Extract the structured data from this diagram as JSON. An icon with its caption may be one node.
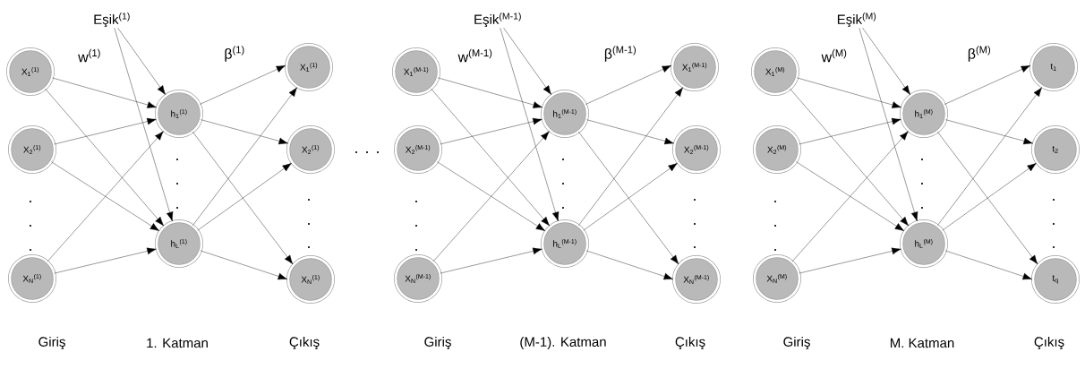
{
  "diagram": {
    "nodes": [
      {
        "text": [
          "Eşik$^{(1)}$"
        ]
      },
      {
        "text": [
          "X$_{1}$$^{(1)}$"
        ]
      },
      {
        "text": [
          "X$_{2}$$^{(1)}$"
        ]
      },
      {
        "text": [
          "X$_{N}$$^{(1)}$"
        ]
      },
      {
        "text": [
          "h$_{1}$$^{(1)}$"
        ]
      },
      {
        "text": [
          "h$_{L}$$^{(1)}$"
        ]
      },
      {
        "text": [
          "X$_{1}$$^{(1)}$"
        ]
      },
      {
        "text": [
          "X$_{2}$$^{(1)}$"
        ]
      },
      {
        "text": [
          "X$_{N}$$^{(1)}$"
        ]
      },
      {
        "text": [
          "Eşik$^{(M-1)}$"
        ]
      },
      {
        "text": [
          "X$_{1}$$^{(M-1)}$"
        ]
      },
      {
        "text": [
          "X$_{2}$$^{(M-1)}$"
        ]
      },
      {
        "text": [
          "X$_{N}$$^{(M-1)}$"
        ]
      },
      {
        "text": [
          "h$_{1}$$^{(M-1)}$"
        ]
      },
      {
        "text": [
          "h$_{L}$$^{(M-1)}$"
        ]
      },
      {
        "text": [
          "X$_{1}$$^{(M-1)}$"
        ]
      },
      {
        "text": [
          "X$_{2}$$^{(M-1)}$"
        ]
      },
      {
        "text": [
          "X$_{N}$$^{(M-1)}$"
        ]
      },
      {
        "text": [
          "Eşik$^{(M)}$"
        ]
      },
      {
        "text": [
          "X$_{1}$$^{(M)}$"
        ]
      },
      {
        "text": [
          "X$_{2}$$^{(M)}$"
        ]
      },
      {
        "text": [
          "X$_{N}$$^{(M)}$"
        ]
      },
      {
        "text": [
          "h$_{1}$$^{(M)}$"
        ]
      },
      {
        "text": [
          "h$_{L}$$^{(M)}$"
        ]
      },
      {
        "text": [
          "t$_{1}$"
        ]
      },
      {
        "text": [
          "t$_{2}$"
        ]
      },
      {
        "text": [
          "t$_{q}$"
        ]
      }
    ],
    "edges": [
      {
        "from": 0,
        "to": 4,
        "arrow": "to"
      },
      {
        "from": 0,
        "to": 5,
        "arrow": "to"
      },
      {
        "from": 1,
        "to": 4,
        "arrow": "to"
      },
      {
        "from": 1,
        "to": 5,
        "arrow": "to"
      },
      {
        "from": 2,
        "to": 4,
        "arrow": "to"
      },
      {
        "from": 2,
        "to": 5,
        "arrow": "to"
      },
      {
        "from": 3,
        "to": 4,
        "arrow": "to"
      },
      {
        "from": 3,
        "to": 5,
        "arrow": "to"
      },
      {
        "from": 4,
        "to": 6,
        "arrow": "to"
      },
      {
        "from": 4,
        "to": 7,
        "arrow": "to"
      },
      {
        "from": 4,
        "to": 8,
        "arrow": "to"
      },
      {
        "from": 5,
        "to": 6,
        "arrow": "to"
      },
      {
        "from": 5,
        "to": 7,
        "arrow": "to"
      },
      {
        "from": 5,
        "to": 8,
        "arrow": "to"
      },
      {
        "from": 9,
        "to": 13,
        "arrow": "to"
      },
      {
        "from": 9,
        "to": 14,
        "arrow": "to"
      },
      {
        "from": 10,
        "to": 13,
        "arrow": "to"
      },
      {
        "from": 10,
        "to": 14,
        "arrow": "to"
      },
      {
        "from": 11,
        "to": 13,
        "arrow": "to"
      },
      {
        "from": 11,
        "to": 14,
        "arrow": "to"
      },
      {
        "from": 12,
        "to": 13,
        "arrow": "to"
      },
      {
        "from": 12,
        "to": 14,
        "arrow": "to"
      },
      {
        "from": 13,
        "to": 15,
        "arrow": "to"
      },
      {
        "from": 13,
        "to": 16,
        "arrow": "to"
      },
      {
        "from": 13,
        "to": 17,
        "arrow": "to"
      },
      {
        "from": 14,
        "to": 15,
        "arrow": "to"
      },
      {
        "from": 14,
        "to": 16,
        "arrow": "to"
      },
      {
        "from": 14,
        "to": 17,
        "arrow": "to"
      },
      {
        "from": 18,
        "to": 22,
        "arrow": "to"
      },
      {
        "from": 18,
        "to": 23,
        "arrow": "to"
      },
      {
        "from": 19,
        "to": 22,
        "arrow": "to"
      },
      {
        "from": 19,
        "to": 23,
        "arrow": "to"
      },
      {
        "from": 20,
        "to": 22,
        "arrow": "to"
      },
      {
        "from": 20,
        "to": 23,
        "arrow": "to"
      },
      {
        "from": 21,
        "to": 22,
        "arrow": "to"
      },
      {
        "from": 21,
        "to": 23,
        "arrow": "to"
      },
      {
        "from": 22,
        "to": 24,
        "arrow": "to"
      },
      {
        "from": 22,
        "to": 25,
        "arrow": "to"
      },
      {
        "from": 22,
        "to": 26,
        "arrow": "to"
      },
      {
        "from": 23,
        "to": 24,
        "arrow": "to"
      },
      {
        "from": 23,
        "to": 25,
        "arrow": "to"
      },
      {
        "from": 23,
        "to": 26,
        "arrow": "to"
      }
    ],
    "labels": [
      "w$^{(1)}$",
      "β$^{(1)}$",
      "w$^{(M-1)}$",
      "β$^{(M-1)}$",
      "w$^{(M)}$",
      "β$^{(M)}$",
      "Giriş",
      "1. Katman",
      "Çıkış",
      "Giriş",
      "(M-1). Katman",
      "Çıkış",
      "Giriş",
      "M. Katman",
      "Çıkış"
    ]
  }
}
